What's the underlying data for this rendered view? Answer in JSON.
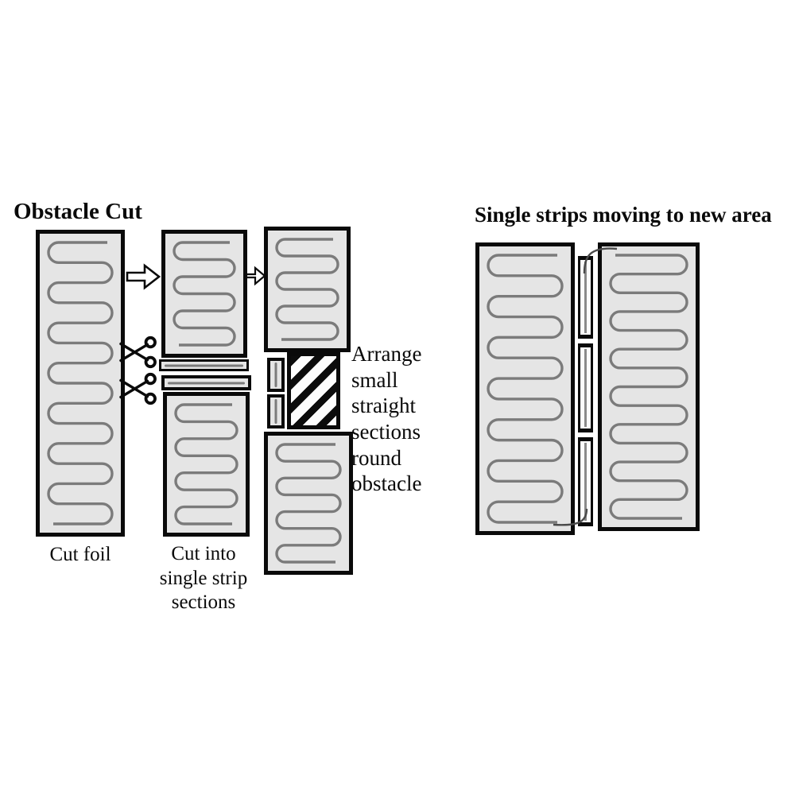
{
  "obstacle_cut": {
    "title": "Obstacle Cut",
    "cut_foil_label": "Cut foil",
    "cut_into_label": "Cut into single strip sections",
    "arrange_label": "Arrange small straight sections round obstacle"
  },
  "moving": {
    "title": "Single strips moving to new area"
  },
  "icons": {
    "arrow_right": "block-arrow-right",
    "scissors": "scissors"
  },
  "colors": {
    "foil_fill": "#e5e5e5",
    "wire": "#7b7b7b",
    "outline": "#0a0a0a",
    "hatch_dark": "#0c0c0c",
    "hatch_light": "#fdfdfd"
  }
}
